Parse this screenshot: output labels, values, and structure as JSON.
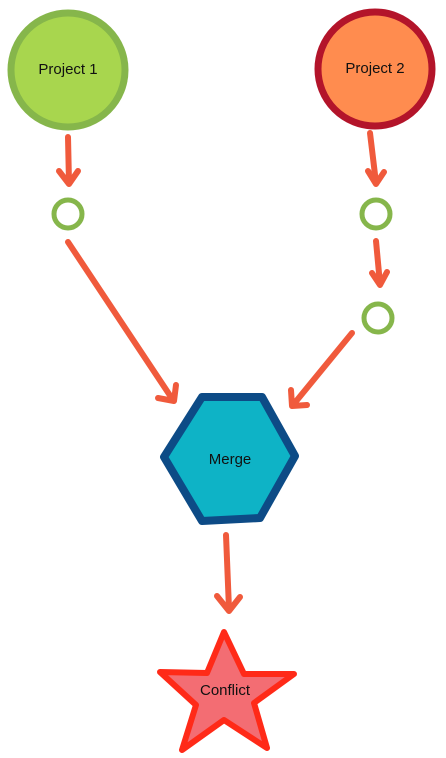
{
  "diagram": {
    "nodes": {
      "project1": {
        "label": "Project 1",
        "shape": "circle",
        "fill": "#a8d64e",
        "stroke": "#86b64b"
      },
      "project2": {
        "label": "Project 2",
        "shape": "circle",
        "fill": "#ff8c4f",
        "stroke": "#b3142a"
      },
      "merge": {
        "label": "Merge",
        "shape": "hexagon",
        "fill": "#0eb3c6",
        "stroke": "#0d4b86"
      },
      "conflict": {
        "label": "Conflict",
        "shape": "star",
        "fill": "#f36d73",
        "stroke": "#ff2a18"
      },
      "commit_markers": {
        "shape": "ring",
        "stroke": "#86b64b",
        "count": 3
      }
    },
    "edges": [
      {
        "from": "project1",
        "to": "project1-commit"
      },
      {
        "from": "project1-commit",
        "to": "merge"
      },
      {
        "from": "project2",
        "to": "project2-commit-1"
      },
      {
        "from": "project2-commit-1",
        "to": "project2-commit-2"
      },
      {
        "from": "project2-commit-2",
        "to": "merge"
      },
      {
        "from": "merge",
        "to": "conflict"
      }
    ],
    "colors": {
      "arrow": "#f05a3c"
    }
  }
}
